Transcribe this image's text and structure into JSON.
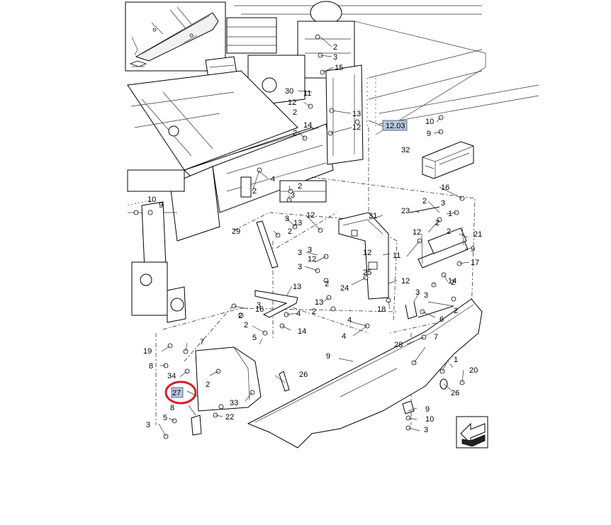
{
  "reference_badges": {
    "ref_12_03": "12.03",
    "ref_27": "27"
  },
  "callouts": [
    {
      "id": "c1",
      "text": "2"
    },
    {
      "id": "c2",
      "text": "3"
    },
    {
      "id": "c3",
      "text": "15"
    },
    {
      "id": "c4",
      "text": "30"
    },
    {
      "id": "c5",
      "text": "11"
    },
    {
      "id": "c6",
      "text": "12"
    },
    {
      "id": "c7",
      "text": "13"
    },
    {
      "id": "c8",
      "text": "12"
    },
    {
      "id": "c9",
      "text": "2"
    },
    {
      "id": "c10",
      "text": "14"
    },
    {
      "id": "c11",
      "text": "2"
    },
    {
      "id": "c12",
      "text": "10"
    },
    {
      "id": "c13",
      "text": "9"
    },
    {
      "id": "c14",
      "text": "32"
    },
    {
      "id": "c15",
      "text": "4"
    },
    {
      "id": "c16",
      "text": "2"
    },
    {
      "id": "c17",
      "text": "2"
    },
    {
      "id": "c18",
      "text": "3"
    },
    {
      "id": "c19",
      "text": "10"
    },
    {
      "id": "c20",
      "text": "9"
    },
    {
      "id": "c21",
      "text": "16"
    },
    {
      "id": "c22",
      "text": "2"
    },
    {
      "id": "c23",
      "text": "3"
    },
    {
      "id": "c24",
      "text": "23"
    },
    {
      "id": "c25",
      "text": "1"
    },
    {
      "id": "c26",
      "text": "31"
    },
    {
      "id": "c27",
      "text": "12"
    },
    {
      "id": "c28",
      "text": "2"
    },
    {
      "id": "c29",
      "text": "29"
    },
    {
      "id": "c30",
      "text": "3"
    },
    {
      "id": "c31",
      "text": "13"
    },
    {
      "id": "c32",
      "text": "2"
    },
    {
      "id": "c33",
      "text": "12"
    },
    {
      "id": "c34",
      "text": "21"
    },
    {
      "id": "c35",
      "text": "3"
    },
    {
      "id": "c36",
      "text": "2"
    },
    {
      "id": "c37",
      "text": "11"
    },
    {
      "id": "c38",
      "text": "9"
    },
    {
      "id": "c39",
      "text": "3"
    },
    {
      "id": "c40",
      "text": "12"
    },
    {
      "id": "c41",
      "text": "3"
    },
    {
      "id": "c42",
      "text": "12"
    },
    {
      "id": "c43",
      "text": "17"
    },
    {
      "id": "c44",
      "text": "2"
    },
    {
      "id": "c45",
      "text": "14"
    },
    {
      "id": "c46",
      "text": "12"
    },
    {
      "id": "c47",
      "text": "25"
    },
    {
      "id": "c48",
      "text": "13"
    },
    {
      "id": "c49",
      "text": "24"
    },
    {
      "id": "c50",
      "text": "3"
    },
    {
      "id": "c51",
      "text": "2"
    },
    {
      "id": "c52",
      "text": "3"
    },
    {
      "id": "c53",
      "text": "13"
    },
    {
      "id": "c54",
      "text": "18"
    },
    {
      "id": "c55",
      "text": "2"
    },
    {
      "id": "c56",
      "text": "16"
    },
    {
      "id": "c57",
      "text": "6"
    },
    {
      "id": "c58",
      "text": "2"
    },
    {
      "id": "c59",
      "text": "4"
    },
    {
      "id": "c60",
      "text": "14"
    },
    {
      "id": "c61",
      "text": "4"
    },
    {
      "id": "c62",
      "text": "7"
    },
    {
      "id": "c63",
      "text": "7"
    },
    {
      "id": "c64",
      "text": "5"
    },
    {
      "id": "c65",
      "text": "28"
    },
    {
      "id": "c66",
      "text": "19"
    },
    {
      "id": "c67",
      "text": "9"
    },
    {
      "id": "c68",
      "text": "8"
    },
    {
      "id": "c69",
      "text": "34"
    },
    {
      "id": "c70",
      "text": "26"
    },
    {
      "id": "c71",
      "text": "2"
    },
    {
      "id": "c72",
      "text": "1"
    },
    {
      "id": "c73",
      "text": "20"
    },
    {
      "id": "c74",
      "text": "26"
    },
    {
      "id": "c75",
      "text": "33"
    },
    {
      "id": "c76",
      "text": "8"
    },
    {
      "id": "c77",
      "text": "22"
    },
    {
      "id": "c78",
      "text": "9"
    },
    {
      "id": "c79",
      "text": "5"
    },
    {
      "id": "c80",
      "text": "10"
    },
    {
      "id": "c81",
      "text": "3"
    },
    {
      "id": "c82",
      "text": "3"
    },
    {
      "id": "c83",
      "text": "2"
    },
    {
      "id": "c84",
      "text": "3"
    },
    {
      "id": "c85",
      "text": "2"
    },
    {
      "id": "c86",
      "text": "4"
    }
  ],
  "colors": {
    "highlight_ring": "#d81e2a",
    "badge_fill": "#b7c7dd",
    "badge_stroke": "#3a4f73",
    "line": "#000000"
  },
  "icons": {
    "inset": "inset-detail-icon",
    "orientation": "orientation-arrow-icon",
    "inset_marker": "view-marker-icon"
  }
}
